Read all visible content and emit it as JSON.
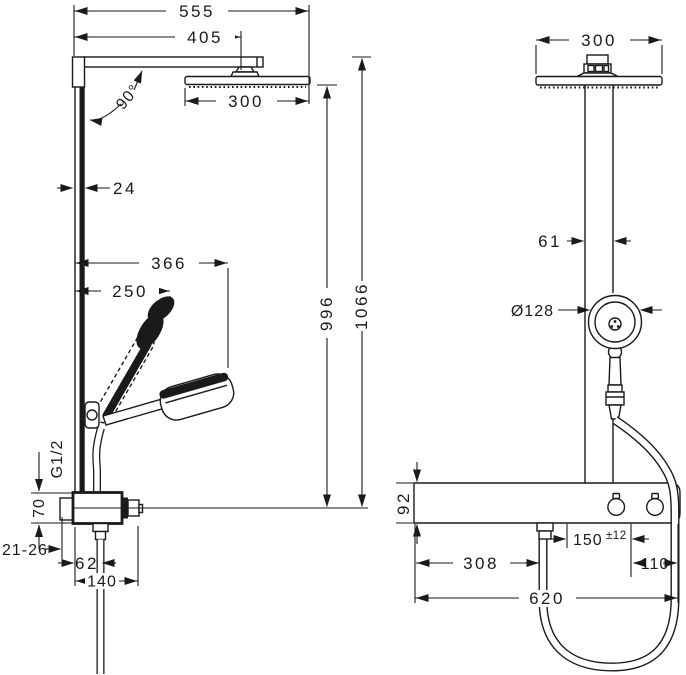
{
  "palette": {
    "line": "#1a1a1a",
    "background": "#ffffff"
  },
  "side_view": {
    "total_width": "555",
    "arm_projection": "405",
    "overhead_width": "300",
    "arm_angle": "90°",
    "bar_depth": "24",
    "handshower_projection": "366",
    "handshower_projection_2": "250",
    "height_to_overhead": "996",
    "height_total": "1066",
    "connection_thread": "G1/2",
    "body_height": "70",
    "tile_thickness": "21-26",
    "hose_offset": "62",
    "body_depth": "140"
  },
  "front_view": {
    "overhead_width": "300",
    "bar_width": "61",
    "handshower_diameter": "Ø128",
    "shelf_height": "92",
    "supply_spacing": "150",
    "supply_tolerance": "±12",
    "edge_to_supply": "110",
    "hose_to_edge": "308",
    "shelf_width": "620"
  }
}
